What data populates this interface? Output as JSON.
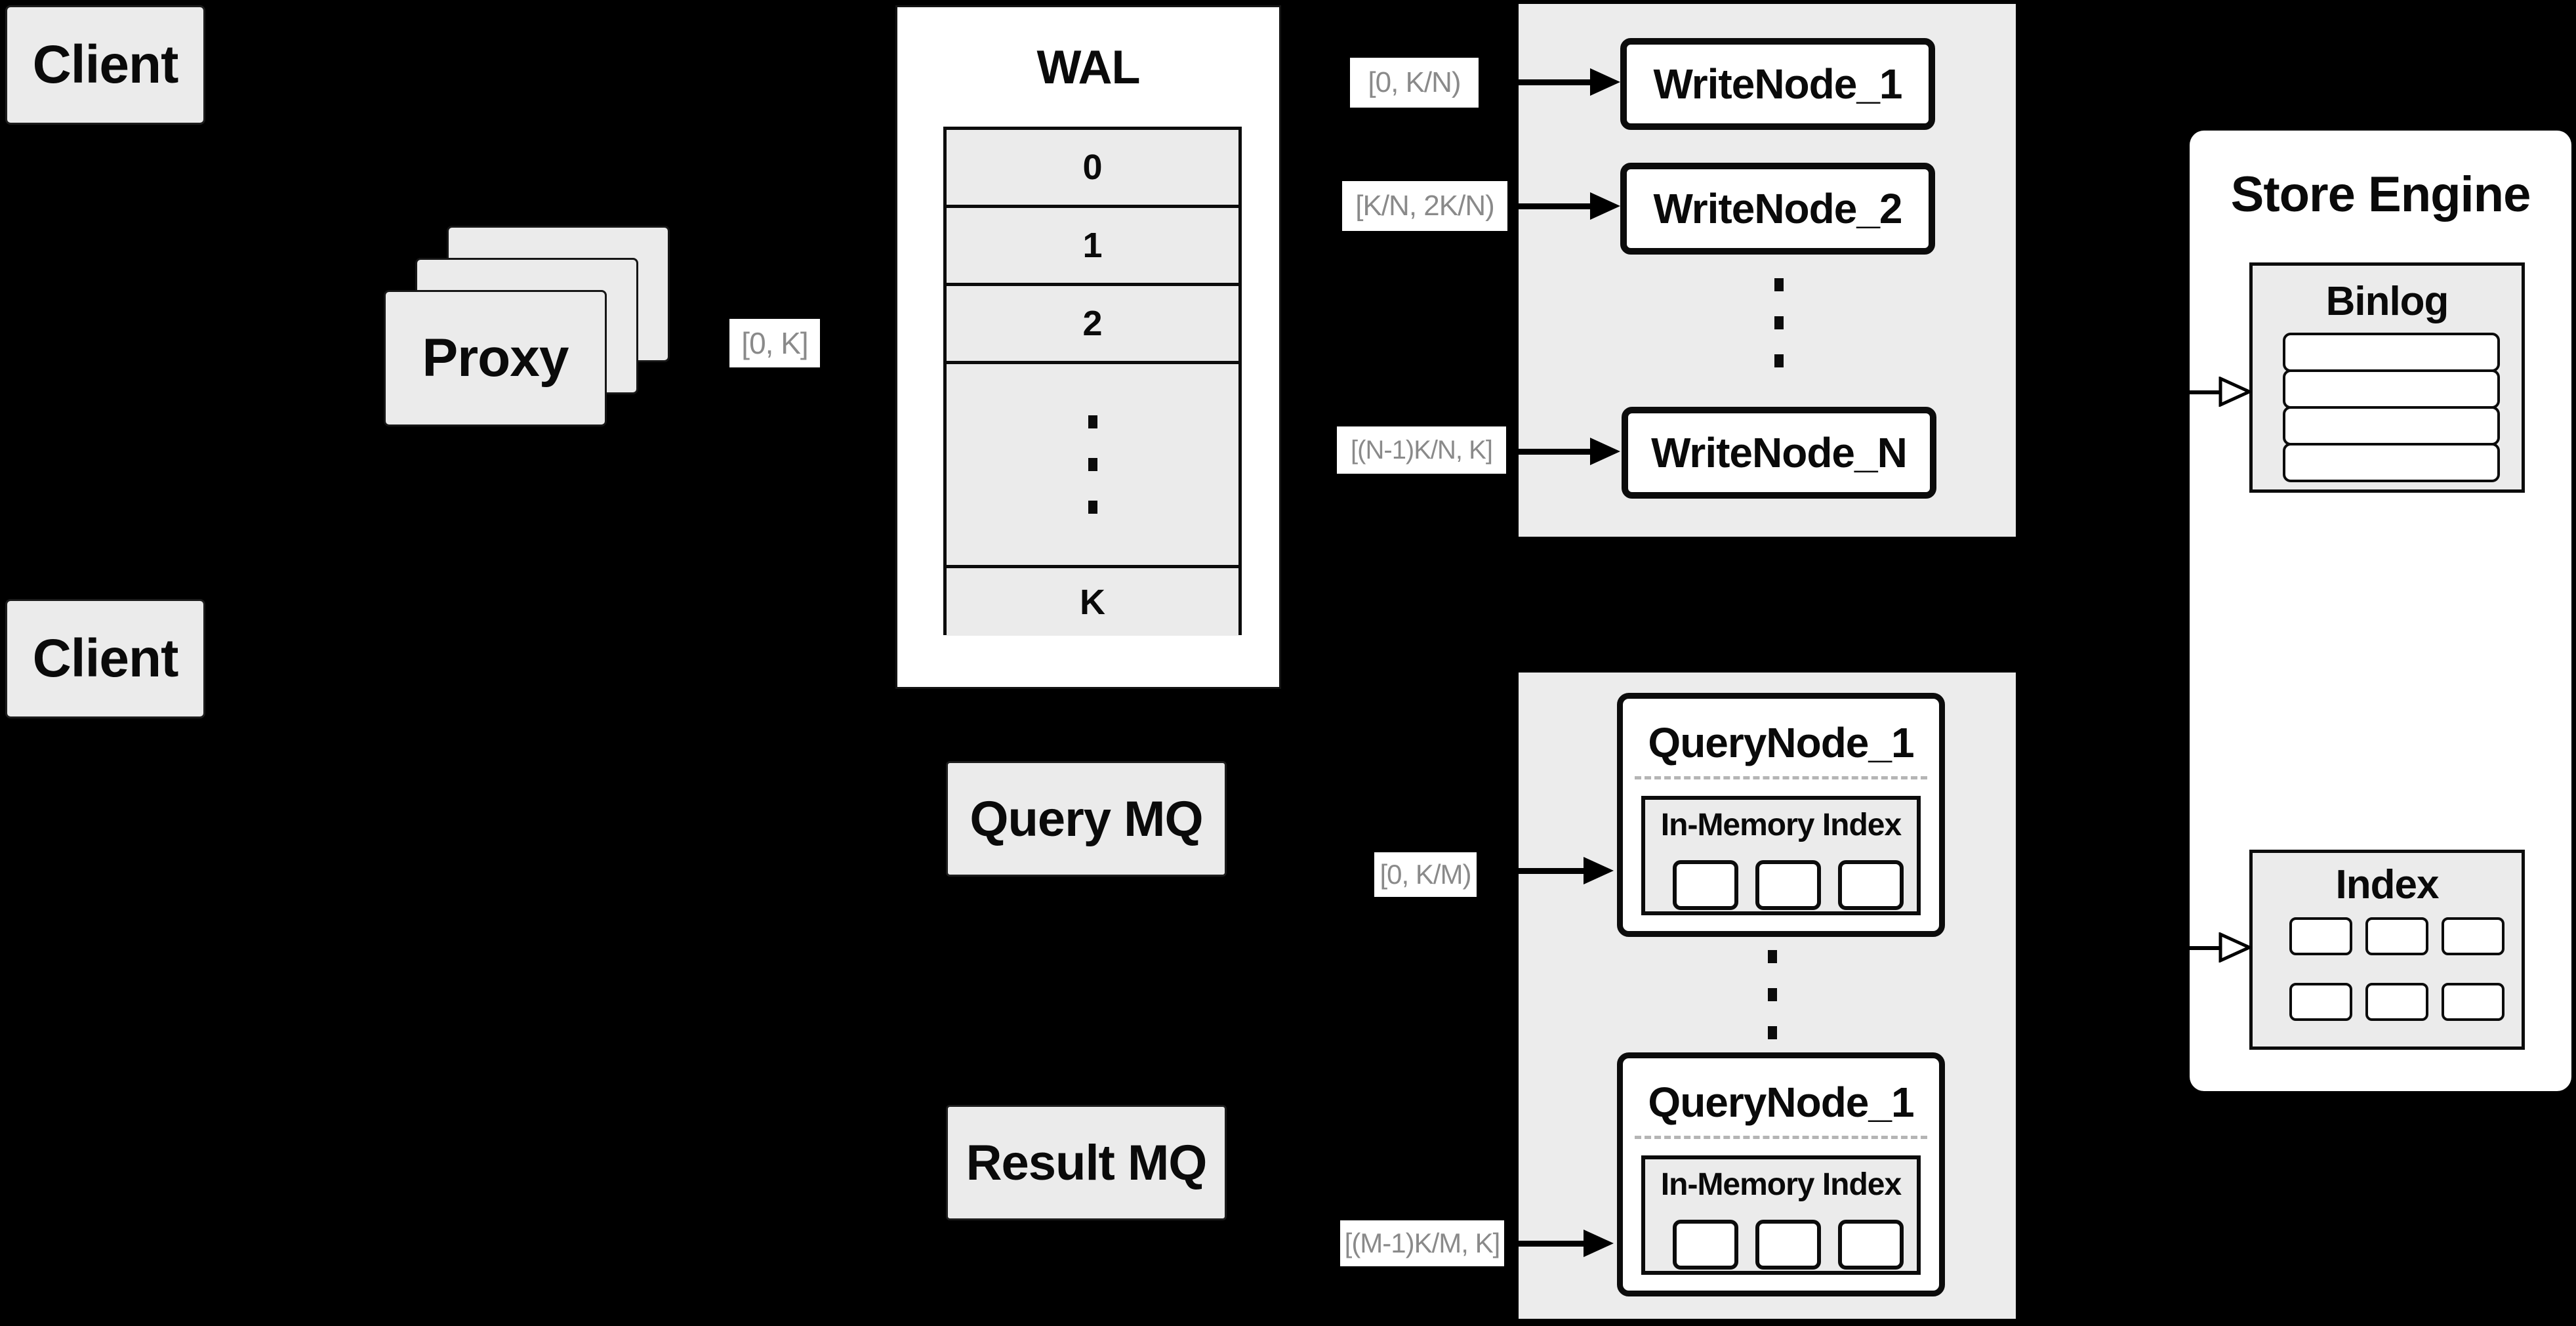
{
  "diagram": {
    "clients": {
      "top": "Client",
      "bottom": "Client"
    },
    "proxy": {
      "label": "Proxy"
    },
    "wal": {
      "title": "WAL",
      "slots": [
        "0",
        "1",
        "2"
      ],
      "last_slot": "K"
    },
    "edge_labels": {
      "proxy_to_wal": "[0, K]",
      "to_writenode_1": "[0, K/N)",
      "to_writenode_2": "[K/N, 2K/N)",
      "to_writenode_n": "[(N-1)K/N, K]",
      "to_querynode_1": "[0, K/M)",
      "to_querynode_m": "[(M-1)K/M, K]"
    },
    "write_nodes": {
      "node1": "WriteNode_1",
      "node2": "WriteNode_2",
      "nodeN": "WriteNode_N"
    },
    "store_engine": {
      "title": "Store Engine",
      "binlog_title": "Binlog",
      "index_title": "Index"
    },
    "mq": {
      "query": "Query MQ",
      "result": "Result MQ"
    },
    "query_nodes": {
      "node1": {
        "title": "QueryNode_1",
        "memory_label": "In-Memory Index"
      },
      "node2": {
        "title": "QueryNode_1",
        "memory_label": "In-Memory Index"
      }
    }
  },
  "colors": {
    "background": "#000000",
    "box_fill": "#ebebeb",
    "group_fill": "#ececec",
    "white": "#ffffff",
    "border": "#0c0c0c",
    "label_text": "#8a8a8a"
  }
}
